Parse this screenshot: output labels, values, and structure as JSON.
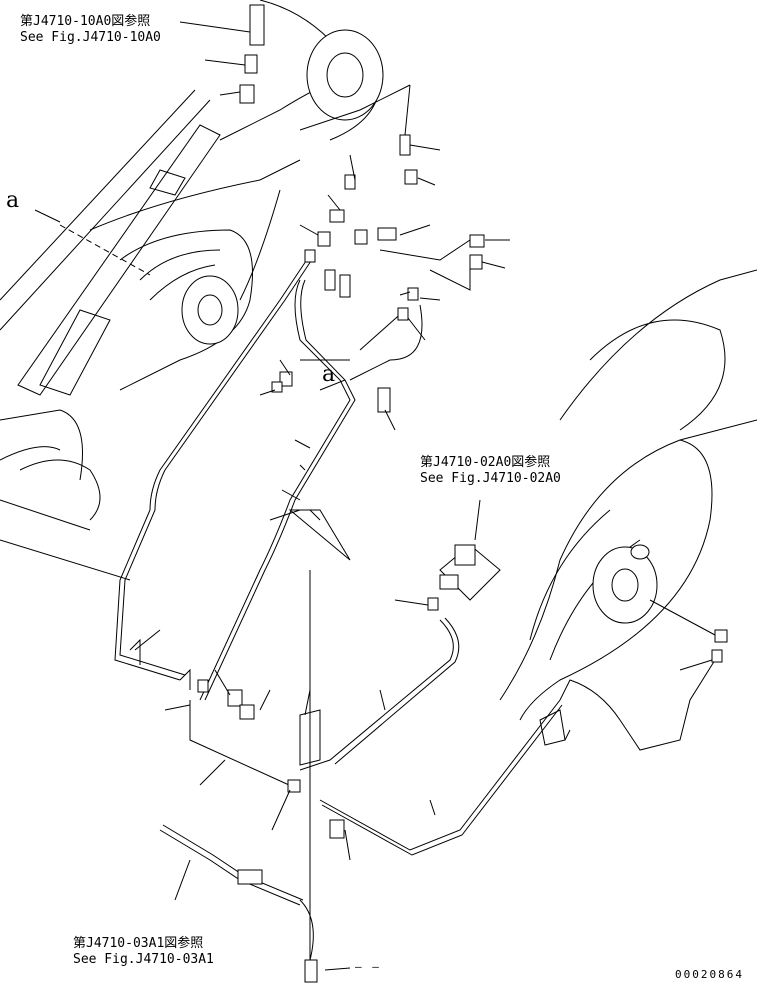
{
  "references": [
    {
      "jp": "第J4710-10A0図参照",
      "en": "See Fig.J4710-10A0"
    },
    {
      "jp": "第J4710-02A0図参照",
      "en": "See Fig.J4710-02A0"
    },
    {
      "jp": "第J4710-03A1図参照",
      "en": "See Fig.J4710-03A1"
    }
  ],
  "view_marks": [
    "a",
    "a"
  ],
  "doc_number": "00020864",
  "dash_mark": "— —"
}
